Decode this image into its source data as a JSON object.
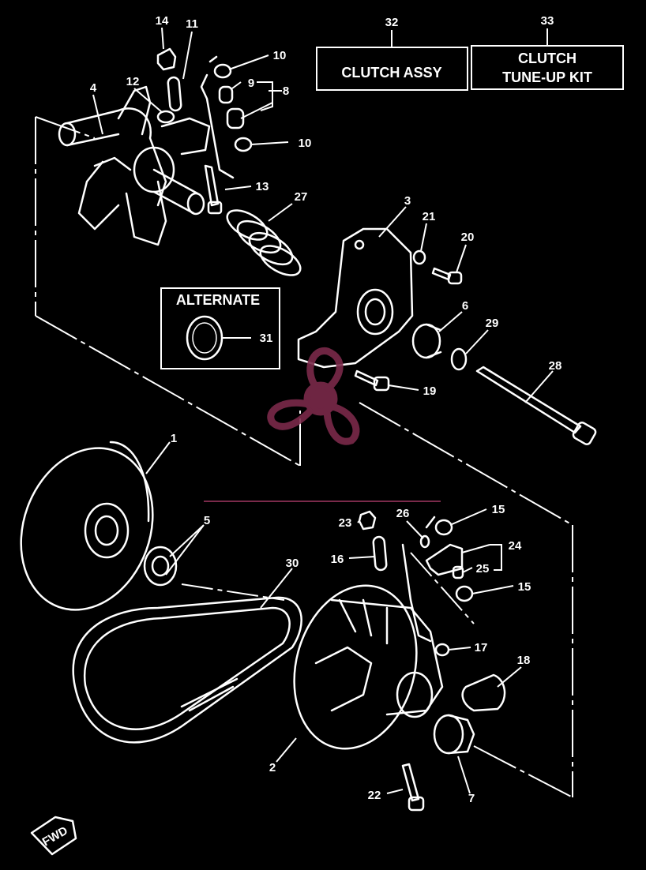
{
  "boxes": {
    "clutch_assy": "CLUTCH ASSY",
    "tuneup_line1": "CLUTCH",
    "tuneup_line2": "TUNE-UP KIT",
    "alternate": "ALTERNATE"
  },
  "fwd_label": "FWD",
  "watermark_color": "#7a2a4a",
  "callouts": {
    "n1": "1",
    "n2": "2",
    "n3": "3",
    "n4": "4",
    "n5": "5",
    "n6": "6",
    "n7": "7",
    "n8": "8",
    "n9": "9",
    "n10a": "10",
    "n10b": "10",
    "n11": "11",
    "n12": "12",
    "n13": "13",
    "n14": "14",
    "n15a": "15",
    "n15b": "15",
    "n16": "16",
    "n17": "17",
    "n18": "18",
    "n19": "19",
    "n20": "20",
    "n21": "21",
    "n22": "22",
    "n23": "23",
    "n24": "24",
    "n25": "25",
    "n26": "26",
    "n27": "27",
    "n28": "28",
    "n29": "29",
    "n30": "30",
    "n31": "31",
    "n32": "32",
    "n33": "33"
  }
}
